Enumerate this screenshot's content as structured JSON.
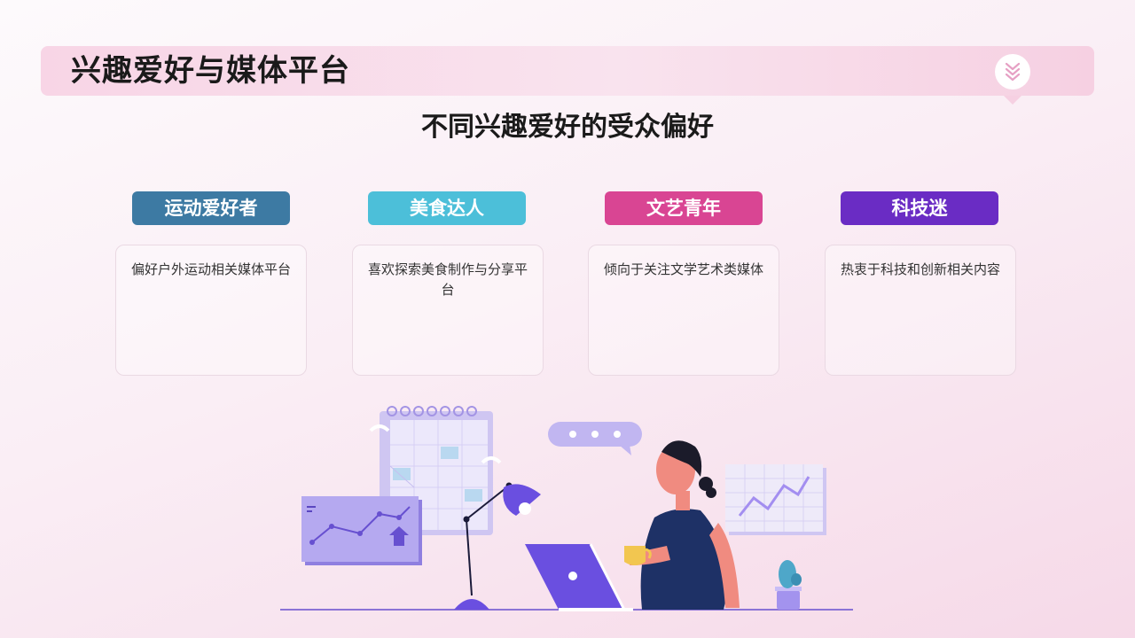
{
  "page": {
    "title": "兴趣爱好与媒体平台",
    "subtitle": "不同兴趣爱好的受众偏好"
  },
  "categories": [
    {
      "label": "运动爱好者",
      "description": "偏好户外运动相关媒体平台",
      "color": "#3d7aa3"
    },
    {
      "label": "美食达人",
      "description": "喜欢探索美食制作与分享平台",
      "color": "#4cbfd9"
    },
    {
      "label": "文艺青年",
      "description": "倾向于关注文学艺术类媒体",
      "color": "#d94593"
    },
    {
      "label": "科技迷",
      "description": "热衷于科技和创新相关内容",
      "color": "#6a2cc4"
    }
  ],
  "illustration": {
    "icon": "woman-at-laptop-illustration"
  }
}
